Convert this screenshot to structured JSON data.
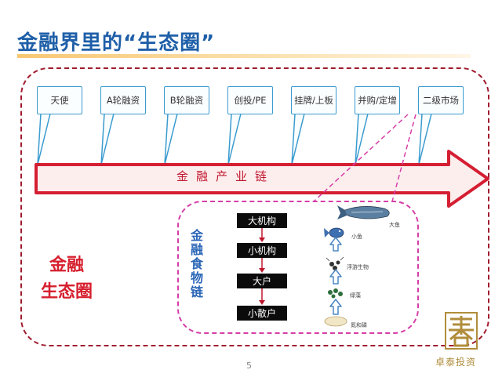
{
  "title": "金融界里的“生态圈”",
  "stages": [
    "天使",
    "A轮融资",
    "B轮融资",
    "创投/PE",
    "挂牌/上板",
    "并购/定增",
    "二级市场"
  ],
  "arrow_label": "金融产业链",
  "ecosystem_label": [
    "金融",
    "生态圈"
  ],
  "food_chain_label": "金融食物链",
  "food_chain_items": [
    "大机构",
    "小机构",
    "大户",
    "小散户"
  ],
  "pyramid_labels": [
    "大鱼",
    "小鱼",
    "浮游生物",
    "绿藻",
    "氮和磷"
  ],
  "page_number": "5",
  "logo_text": "卓泰投资",
  "colors": {
    "title": "#1f5fa8",
    "frame": "#a01c2e",
    "arrow": "#d41f33",
    "callout_border": "#3a9bcf",
    "food_box": "#d63ea7",
    "logo": "#b08d3c"
  }
}
